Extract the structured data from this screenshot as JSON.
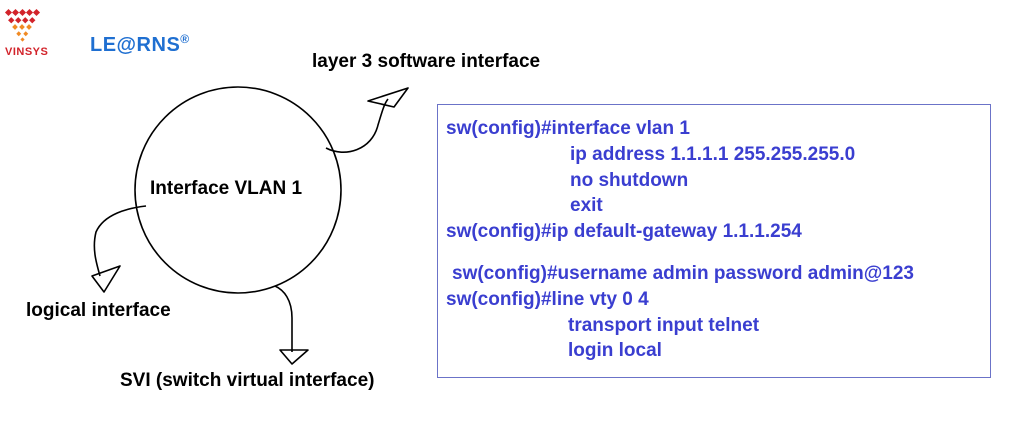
{
  "brand": {
    "company": "VINSYS",
    "product": "LE@RNS",
    "registered_mark": "®",
    "colors": {
      "mark": "#d2232a",
      "mark_secondary": "#f08a24",
      "product": "#1f6fd1"
    }
  },
  "diagram": {
    "center_label": "Interface VLAN 1",
    "annotations": {
      "layer3": "layer 3 software interface",
      "logical": "logical interface",
      "svi": "SVI (switch virtual interface)"
    }
  },
  "config": {
    "color": "#3a3ed0",
    "block1": [
      "sw(config)#interface vlan 1",
      "ip address 1.1.1.1 255.255.255.0",
      "no shutdown",
      "exit",
      "sw(config)#ip default-gateway 1.1.1.254"
    ],
    "block2": [
      "sw(config)#username admin password admin@123",
      "sw(config)#line vty 0 4",
      "transport input telnet",
      "login local"
    ]
  }
}
